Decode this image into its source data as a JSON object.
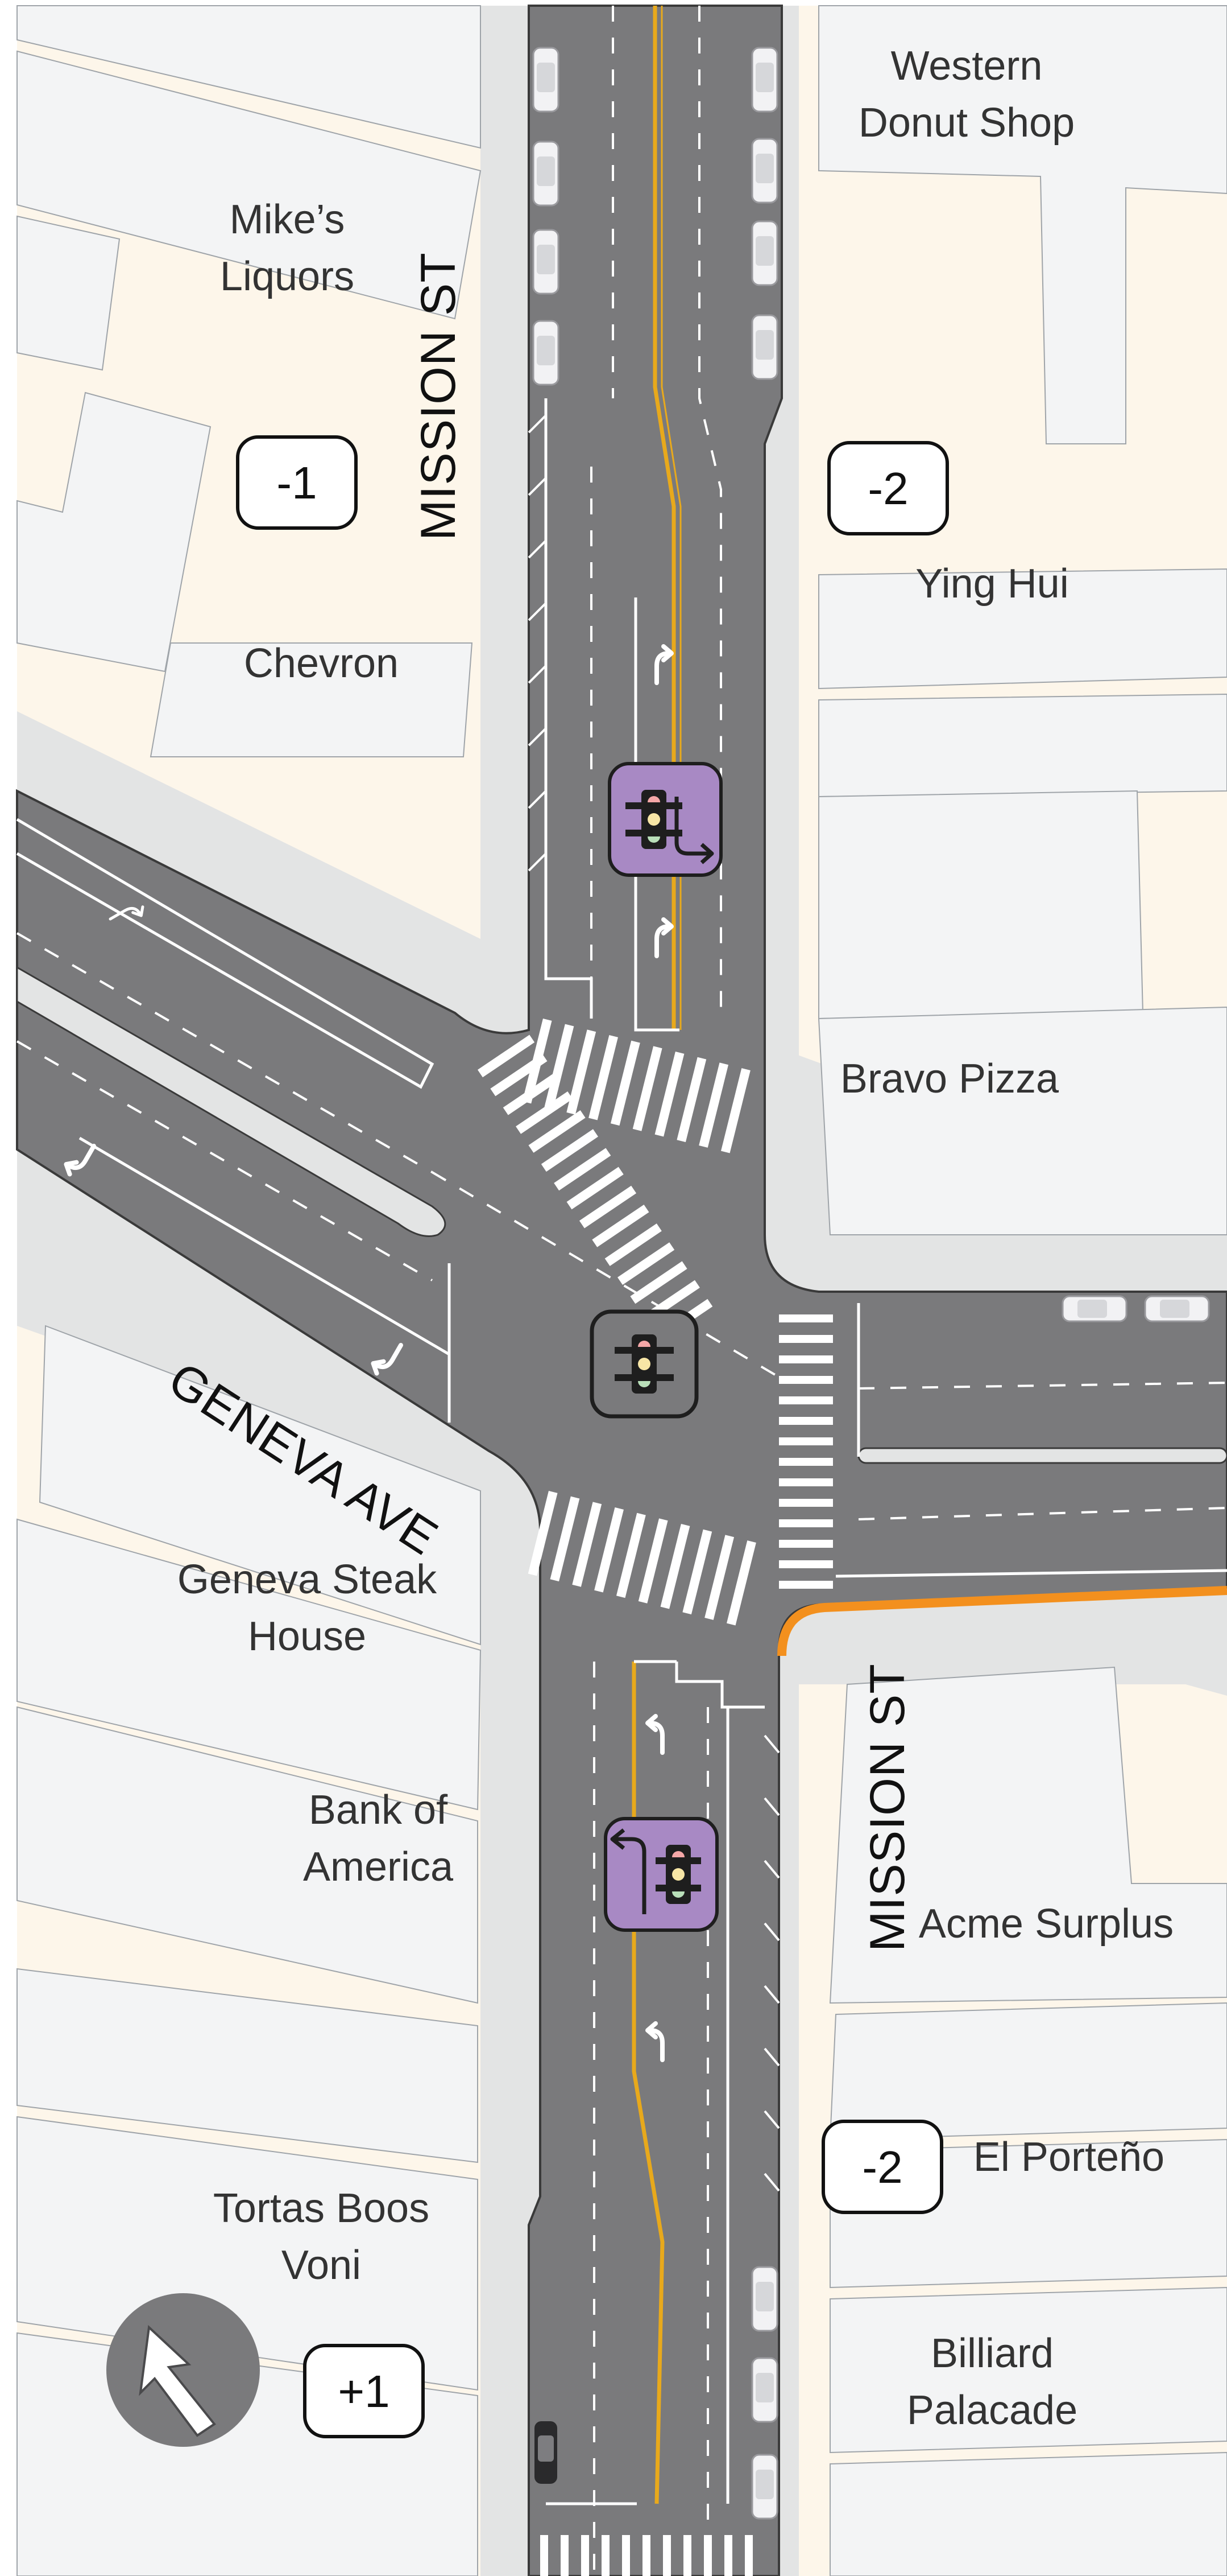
{
  "streets": {
    "mission_north": "MISSION ST",
    "mission_south": "MISSION ST",
    "geneva": "GENEVA AVE"
  },
  "businesses": {
    "western_donut": [
      "Western",
      "Donut Shop"
    ],
    "mikes_liquors": [
      "Mike’s",
      "Liquors"
    ],
    "chevron": "Chevron",
    "ying_hui": "Ying Hui",
    "bravo_pizza": "Bravo Pizza",
    "geneva_steak": [
      "Geneva Steak",
      "House"
    ],
    "bank_of_america": [
      "Bank of",
      "America"
    ],
    "acme_surplus": "Acme Surplus",
    "el_porteno": "El Porteño",
    "tortas": [
      "Tortas Boos",
      "Voni"
    ],
    "billiard": [
      "Billiard",
      "Palacade"
    ]
  },
  "parking_changes": {
    "nw": "-1",
    "ne": "-2",
    "se": "-2",
    "sw": "+1"
  },
  "icons": {
    "signal": "traffic-signal-icon",
    "left_turn_signal": "left-turn-signal-icon",
    "north_arrow": "north-arrow-icon"
  },
  "colors": {
    "road": "#7a7a7c",
    "sidewalk": "#e3e4e4",
    "building": "#f3f4f5",
    "lot": "#fdf6ea",
    "centerline": "#e8a91c",
    "left_turn_signal": "#a889c4",
    "highlight_curb": "#f3901e",
    "curb": "#3a3a3a"
  }
}
